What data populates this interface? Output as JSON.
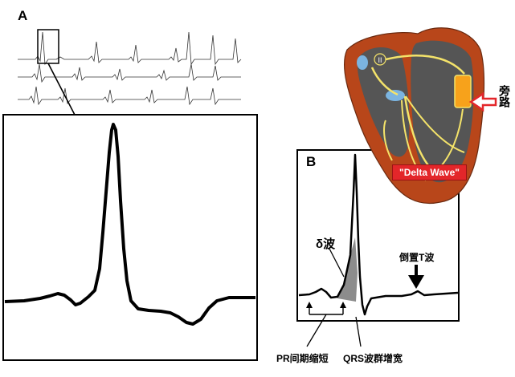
{
  "panels": {
    "a": {
      "letter": "A"
    },
    "b": {
      "letter": "B"
    }
  },
  "annotations": {
    "delta_wave": "δ波",
    "inverted_t": "倒置T波",
    "pr_short": "PR间期缩短",
    "qrs_wide": "QRS波群增宽"
  },
  "heart": {
    "node_label": "II",
    "pathway_label": "旁路",
    "delta_badge": "\"Delta Wave\""
  },
  "colors": {
    "heart_outer": "#b8461a",
    "heart_chamber": "#555555",
    "conduction": "#f4e36a",
    "accessory_pathway": "#f7a21b",
    "arrow_outline": "#e3262a",
    "delta_fill": "#8c8c8c",
    "trace": "#000000"
  }
}
